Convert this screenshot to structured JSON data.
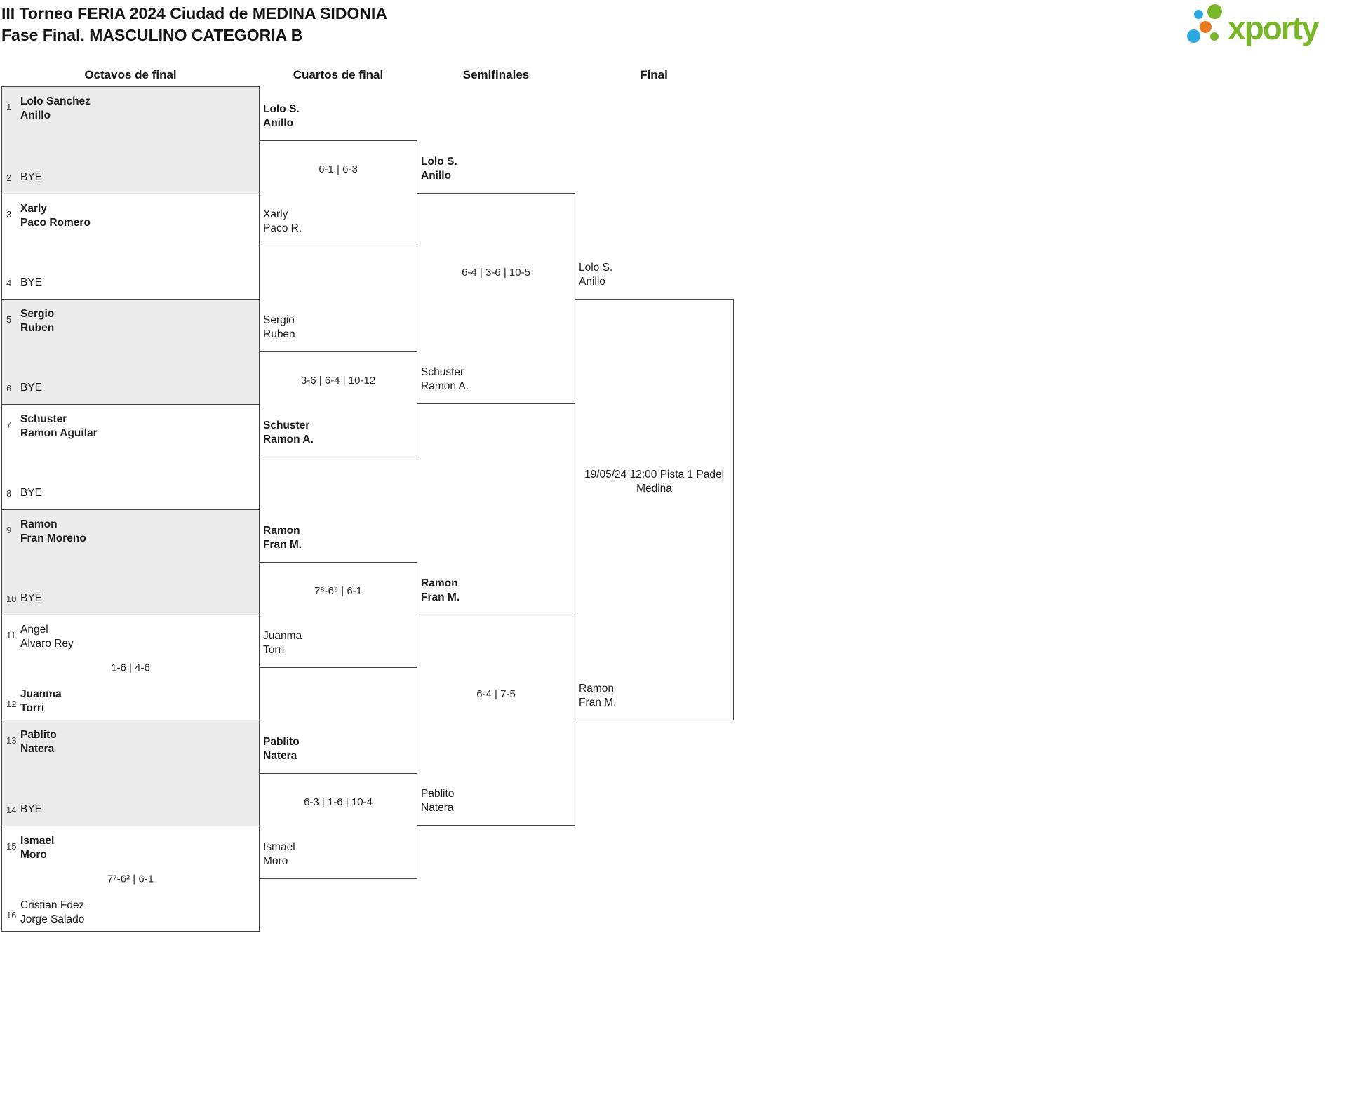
{
  "header": {
    "title_line1": "III Torneo FERIA 2024 Ciudad de MEDINA SIDONIA",
    "title_line2": "Fase Final. MASCULINO CATEGORIA B"
  },
  "logo": {
    "text": "xporty",
    "colors": {
      "green": "#7ab629",
      "blue": "#2aa9e0",
      "orange": "#e8791e"
    }
  },
  "rounds": [
    "Octavos de final",
    "Cuartos de final",
    "Semifinales",
    "Final"
  ],
  "round16": [
    {
      "seed1": "1",
      "team1": [
        "Lolo Sanchez",
        "Anillo"
      ],
      "team1_win": true,
      "seed2": "2",
      "team2": [
        "BYE"
      ],
      "team2_win": false
    },
    {
      "seed1": "3",
      "team1": [
        "Xarly",
        "Paco Romero"
      ],
      "team1_win": true,
      "seed2": "4",
      "team2": [
        "BYE"
      ],
      "team2_win": false
    },
    {
      "seed1": "5",
      "team1": [
        "Sergio",
        "Ruben"
      ],
      "team1_win": true,
      "seed2": "6",
      "team2": [
        "BYE"
      ],
      "team2_win": false
    },
    {
      "seed1": "7",
      "team1": [
        "Schuster",
        "Ramon Aguilar"
      ],
      "team1_win": true,
      "seed2": "8",
      "team2": [
        "BYE"
      ],
      "team2_win": false
    },
    {
      "seed1": "9",
      "team1": [
        "Ramon",
        "Fran Moreno"
      ],
      "team1_win": true,
      "seed2": "10",
      "team2": [
        "BYE"
      ],
      "team2_win": false
    },
    {
      "seed1": "11",
      "team1": [
        "Angel",
        "Alvaro Rey"
      ],
      "team1_win": false,
      "seed2": "12",
      "team2": [
        "Juanma",
        "Torri"
      ],
      "team2_win": true,
      "score": "1-6 | 4-6"
    },
    {
      "seed1": "13",
      "team1": [
        "Pablito",
        "Natera"
      ],
      "team1_win": true,
      "seed2": "14",
      "team2": [
        "BYE"
      ],
      "team2_win": false
    },
    {
      "seed1": "15",
      "team1": [
        "Ismael",
        "Moro"
      ],
      "team1_win": true,
      "seed2": "16",
      "team2": [
        "Cristian Fdez.",
        "Jorge Salado"
      ],
      "team2_win": false,
      "score": "7⁷-6² | 6-1"
    }
  ],
  "quarterfinals": [
    {
      "team1": [
        "Lolo S.",
        "Anillo"
      ],
      "team1_win": true,
      "team2": [
        "Xarly",
        "Paco R."
      ],
      "team2_win": false,
      "score": "6-1 | 6-3"
    },
    {
      "team1": [
        "Sergio",
        "Ruben"
      ],
      "team1_win": false,
      "team2": [
        "Schuster",
        "Ramon A."
      ],
      "team2_win": true,
      "score": "3-6 | 6-4 | 10-12"
    },
    {
      "team1": [
        "Ramon",
        "Fran M."
      ],
      "team1_win": true,
      "team2": [
        "Juanma",
        "Torri"
      ],
      "team2_win": false,
      "score": "7⁸-6⁶ | 6-1"
    },
    {
      "team1": [
        "Pablito",
        "Natera"
      ],
      "team1_win": true,
      "team2": [
        "Ismael",
        "Moro"
      ],
      "team2_win": false,
      "score": "6-3 | 1-6 | 10-4"
    }
  ],
  "semifinals": [
    {
      "team1": [
        "Lolo S.",
        "Anillo"
      ],
      "team1_win": true,
      "team2": [
        "Schuster",
        "Ramon A."
      ],
      "team2_win": false,
      "score": "6-4 | 3-6 | 10-5"
    },
    {
      "team1": [
        "Ramon",
        "Fran M."
      ],
      "team1_win": true,
      "team2": [
        "Pablito",
        "Natera"
      ],
      "team2_win": false,
      "score": "6-4 | 7-5"
    }
  ],
  "final": {
    "team1": [
      "Lolo S.",
      "Anillo"
    ],
    "team1_win": false,
    "team2": [
      "Ramon",
      "Fran M."
    ],
    "team2_win": false,
    "schedule_line1": "19/05/24 12:00 Pista 1 Padel",
    "schedule_line2": "Medina"
  }
}
